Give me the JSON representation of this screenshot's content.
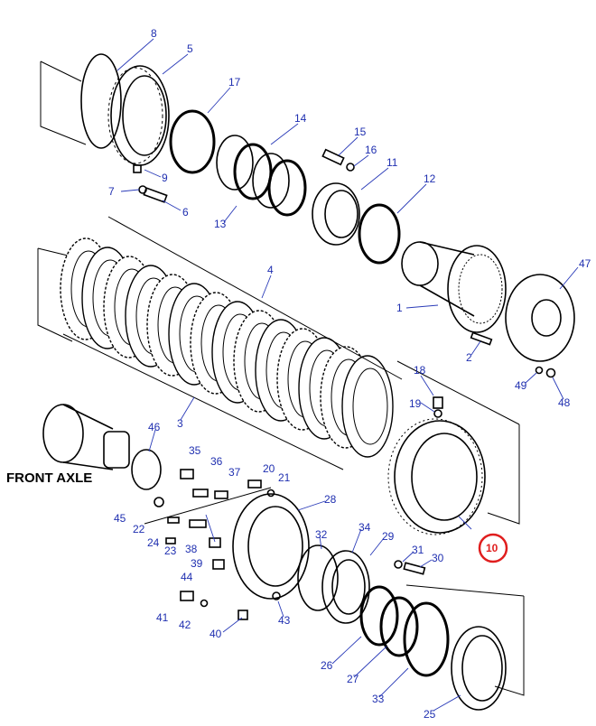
{
  "diagram": {
    "section_label": "FRONT AXLE",
    "highlighted_part": "10",
    "highlight_color": "#e01e1e",
    "label_color": "#1f2fb0",
    "parts": [
      "1",
      "2",
      "3",
      "4",
      "5",
      "6",
      "7",
      "8",
      "9",
      "10",
      "11",
      "12",
      "13",
      "14",
      "15",
      "16",
      "17",
      "18",
      "19",
      "20",
      "21",
      "22",
      "23",
      "24",
      "25",
      "26",
      "27",
      "28",
      "29",
      "30",
      "31",
      "32",
      "33",
      "34",
      "35",
      "36",
      "37",
      "38",
      "39",
      "40",
      "41",
      "42",
      "43",
      "44",
      "45",
      "46",
      "47",
      "48",
      "49"
    ]
  }
}
